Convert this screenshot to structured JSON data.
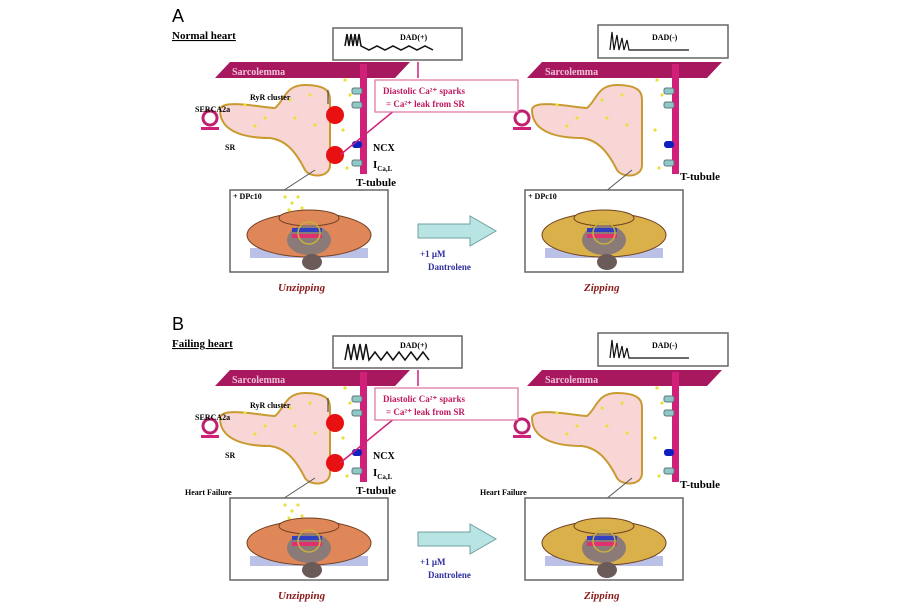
{
  "colors": {
    "sarcolemma": "#a8185e",
    "ttubule": "#d0207a",
    "callout_text": "#c0185e",
    "sr_fill": "#f9d6d6",
    "sr_outline": "#c89a30",
    "ryr": "#e81010",
    "ncx": "#1020c0",
    "channel": "#8fc8c8",
    "arrow": "#b8e4e4",
    "treatment_text": "#3030a0",
    "state_text": "#8b1a1a",
    "ryr_unzipped": "#e0875a",
    "ryr_zipped": "#d9b04a"
  },
  "panels": [
    {
      "letter": "A",
      "title": "Normal heart",
      "dad_left": "DAD(+)",
      "dad_right": "DAD(-)",
      "sarcolemma": "Sarcolemma",
      "ryr": "RyR cluster",
      "serca": "SERCA2a",
      "sr": "SR",
      "callout_1": "Diastolic Ca²⁺ sparks",
      "callout_2": "= Ca²⁺ leak from SR",
      "ncx": "NCX",
      "ical_main": "I",
      "ical_sub": "Ca,L",
      "ttubule_left": "T-tubule",
      "ttubule_right": "T-tubule",
      "left_box_label": "+ DPc10",
      "right_box_label": "+ DPc10",
      "treatment_1": "+1 μM",
      "treatment_2": "Dantrolene",
      "left_state": "Unzipping",
      "right_state": "Zipping"
    },
    {
      "letter": "B",
      "title": "Failing heart",
      "dad_left": "DAD(+)",
      "dad_right": "DAD(-)",
      "sarcolemma": "Sarcolemma",
      "ryr": "RyR cluster",
      "serca": "SERCA2a",
      "sr": "SR",
      "callout_1": "Diastolic Ca²⁺ sparks",
      "callout_2": "= Ca²⁺ leak from SR",
      "ncx": "NCX",
      "ical_main": "I",
      "ical_sub": "Ca,L",
      "ttubule_left": "T-tubule",
      "ttubule_right": "T-tubule",
      "left_box_label": "Heart Failure",
      "right_box_label": "Heart Failure",
      "treatment_1": "+1 μM",
      "treatment_2": "Dantrolene",
      "left_state": "Unzipping",
      "right_state": "Zipping"
    }
  ]
}
